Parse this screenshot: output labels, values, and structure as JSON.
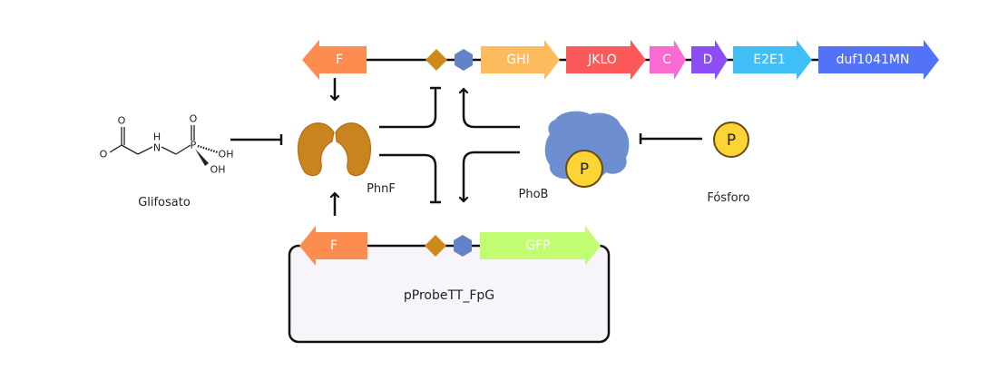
{
  "operon": {
    "genes": [
      {
        "name": "F",
        "direction": "left",
        "color": "#fd8c50"
      },
      {
        "name": "GHI",
        "direction": "right",
        "color": "#fdbb5d"
      },
      {
        "name": "JKLO",
        "direction": "right",
        "color": "#fc5a5a"
      },
      {
        "name": "C",
        "direction": "right",
        "color": "#fb6ad0"
      },
      {
        "name": "D",
        "direction": "right",
        "color": "#8c4df5"
      },
      {
        "name": "E2E1",
        "direction": "right",
        "color": "#3fbff6"
      },
      {
        "name": "duf1041MN",
        "direction": "right",
        "color": "#5272f8"
      }
    ],
    "operator_color": "#cd8a1b",
    "promoter_color": "#6383c9"
  },
  "plasmid": {
    "name": "pProbeTT_FpG",
    "background": "#f8f5fa",
    "genes": [
      {
        "name": "F",
        "direction": "left",
        "color": "#fd8c50"
      },
      {
        "name": "GFP",
        "direction": "right",
        "color": "#c2fc70"
      }
    ]
  },
  "molecules": {
    "glyphosate": {
      "label": "Glifosato",
      "atoms": {
        "O_top": "O",
        "O_left": "O",
        "N": "N",
        "H": "H",
        "P": "P",
        "O_P_top": "O",
        "OH1": "OH",
        "OH2": "OH"
      }
    },
    "phnf": {
      "label": "PhnF",
      "color": "#c98420"
    },
    "phob": {
      "label": "PhoB",
      "color": "#6d8ed1",
      "bound": "P"
    },
    "phosphorus": {
      "label": "Fósforo",
      "symbol": "P",
      "color": "#fcd535"
    }
  }
}
